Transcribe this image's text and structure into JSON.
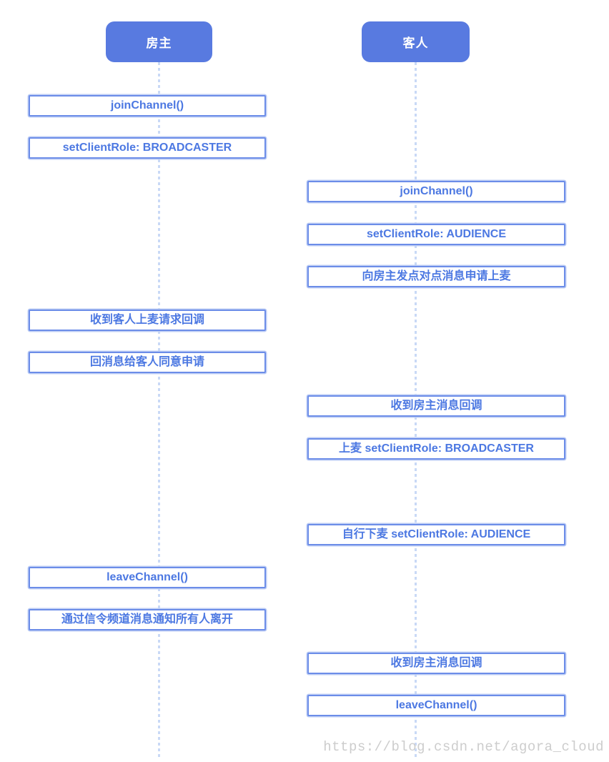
{
  "diagram": {
    "title": "host-guest-voice-chat-sequence",
    "actors": [
      {
        "id": "host",
        "label": "房主"
      },
      {
        "id": "guest",
        "label": "客人"
      }
    ],
    "host_steps": [
      "joinChannel()",
      "setClientRole: BROADCASTER",
      "收到客人上麦请求回调",
      "回消息给客人同意申请",
      "leaveChannel()",
      "通过信令频道消息通知所有人离开"
    ],
    "guest_steps": [
      "joinChannel()",
      "setClientRole: AUDIENCE",
      "向房主发点对点消息申请上麦",
      "收到房主消息回调",
      "上麦 setClientRole: BROADCASTER",
      "自行下麦 setClientRole: AUDIENCE",
      "收到房主消息回调",
      "leaveChannel()"
    ],
    "watermark": "https://blog.csdn.net/agora_cloud"
  },
  "colors": {
    "actor_fill": "#587ae0",
    "box_border": "#6c8de8",
    "box_outline": "#bdcdf5",
    "box_text": "#4c78e2",
    "lifeline": "#c9d9f6",
    "watermark": "#cdcdcd"
  }
}
